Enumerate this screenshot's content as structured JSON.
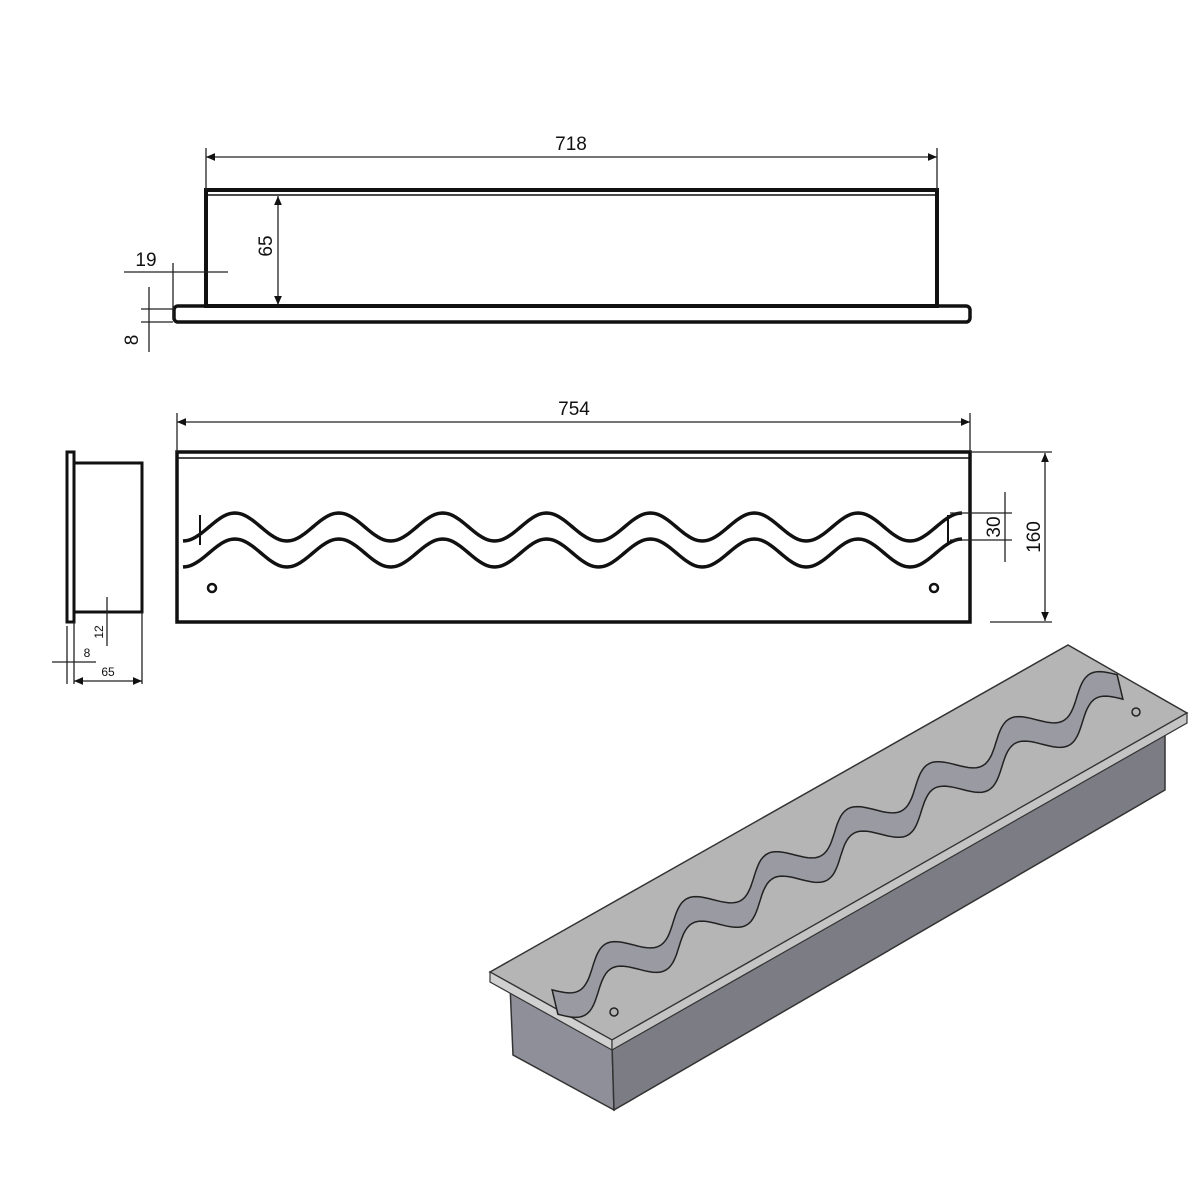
{
  "dimensions": {
    "top_length": "718",
    "top_height": "65",
    "flange_offset": "19",
    "plate_thickness": "8",
    "front_length": "754",
    "slot_width": "30",
    "front_depth": "160",
    "side_offset": "12",
    "side_plate": "8",
    "side_width": "65"
  },
  "colors": {
    "line": "#111111",
    "iso_top": "#b5b5b5",
    "iso_front": "#8f8f9a",
    "iso_side": "#7c7c84",
    "iso_edge": "#d0d0d0"
  },
  "wave_periods": 7
}
